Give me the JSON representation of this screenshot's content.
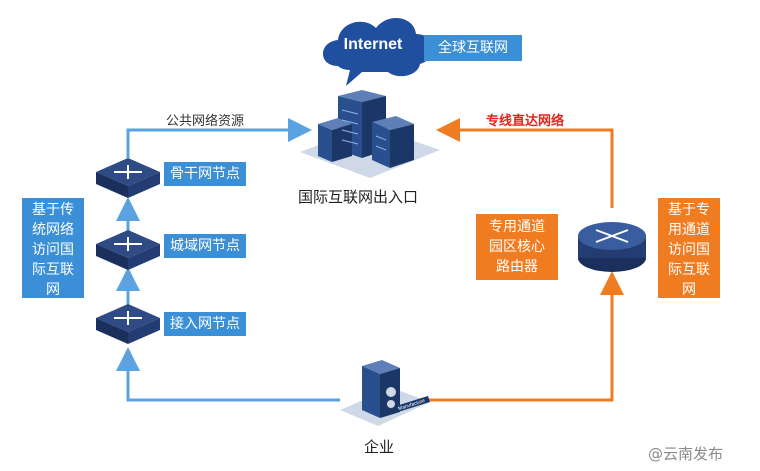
{
  "cloud": {
    "text": "Internet",
    "caption": "全球互联网"
  },
  "gateway_label": "国际互联网出入口",
  "public_path_label": "公共网络资源",
  "dedicated_path_label": "专线直达网络",
  "left_box": "基于传\n统网络\n访问国\n际互联\n网",
  "right_box": "基于专\n用通道\n访问国\n际互联\n网",
  "nodes": {
    "backbone": "骨干网节点",
    "metro": "城域网节点",
    "access": "接入网节点"
  },
  "core_router_label": "专用通道\n园区核心\n路由器",
  "enterprise_label": "企业",
  "enterprise_sign": "Manufacture",
  "watermark": "@云南发布",
  "colors": {
    "blue_line": "#5aa3e0",
    "orange_line": "#f07c22",
    "blue_tag": "#3a8fd6",
    "orange_tag": "#f07c22",
    "cloud": "#1f4f9e",
    "building": "#2a4f8f"
  }
}
